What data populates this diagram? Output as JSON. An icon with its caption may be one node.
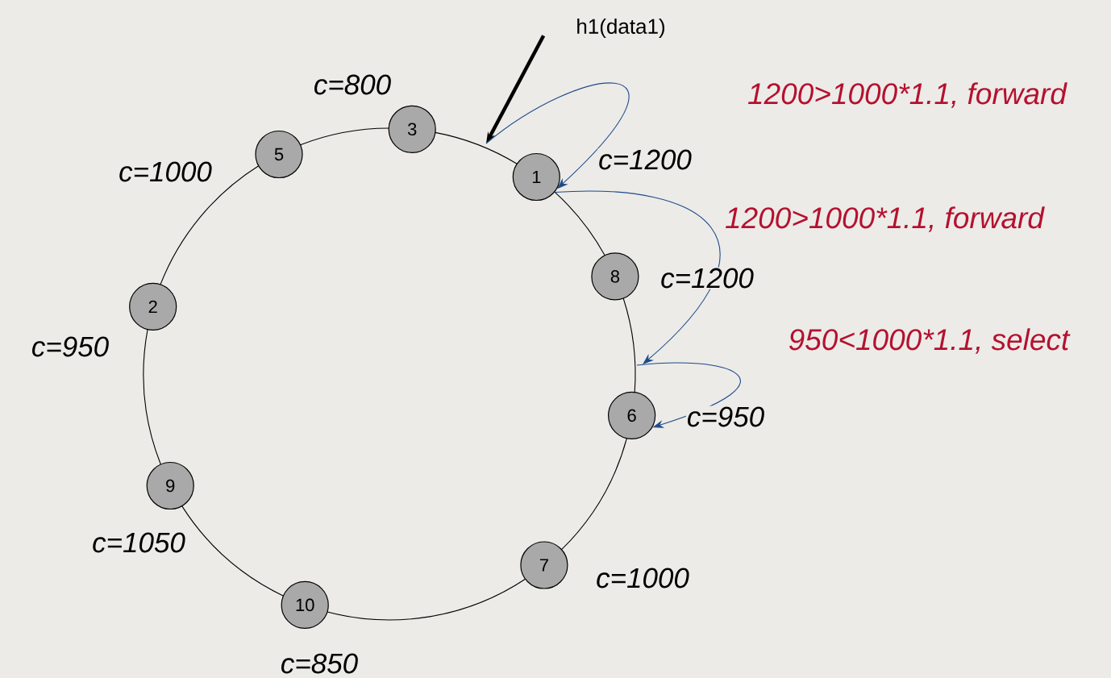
{
  "diagram": {
    "nodes": [
      {
        "text": [
          "h1(data1)"
        ]
      },
      {
        "text": [
          "3"
        ],
        "beside": [
          "c=800"
        ]
      },
      {
        "text": [
          "5"
        ],
        "beside": [
          "c=1000"
        ]
      },
      {
        "text": [
          "1"
        ],
        "beside": [
          "c=1200"
        ]
      },
      {
        "text": [
          "8"
        ],
        "beside": [
          "c=1200"
        ]
      },
      {
        "text": [
          "2"
        ],
        "beside": [
          "c=950"
        ]
      },
      {
        "text": [
          "6"
        ],
        "beside": [
          "c=950"
        ]
      },
      {
        "text": [
          "9"
        ],
        "beside": [
          "c=1050"
        ]
      },
      {
        "text": [
          "7"
        ],
        "beside": [
          "c=1000"
        ]
      },
      {
        "text": [
          "10"
        ],
        "beside": [
          "c=850"
        ]
      }
    ],
    "edges": [
      {
        "from": 0,
        "to": null,
        "arrow": "to",
        "style": "thick"
      },
      {
        "from": 1,
        "to": 3,
        "arrow": "none"
      },
      {
        "from": 3,
        "to": 4,
        "arrow": "none"
      },
      {
        "from": 4,
        "to": 6,
        "arrow": "none"
      },
      {
        "from": 6,
        "to": 8,
        "arrow": "none"
      },
      {
        "from": 8,
        "to": 9,
        "arrow": "none"
      },
      {
        "from": 9,
        "to": 7,
        "arrow": "none"
      },
      {
        "from": 7,
        "to": 5,
        "arrow": "none"
      },
      {
        "from": 5,
        "to": 2,
        "arrow": "none"
      },
      {
        "from": 2,
        "to": 1,
        "arrow": "none"
      },
      {
        "from": null,
        "to": 3,
        "arrow": "to",
        "color": "#1d4a88",
        "label": "1200>1000*1.1, forward"
      },
      {
        "from": 3,
        "to": null,
        "arrow": "to",
        "color": "#1d4a88",
        "label": "1200>1000*1.1, forward"
      },
      {
        "from": null,
        "to": 6,
        "arrow": "to",
        "color": "#1d4a88",
        "label": "950<1000*1.1, select"
      }
    ]
  }
}
